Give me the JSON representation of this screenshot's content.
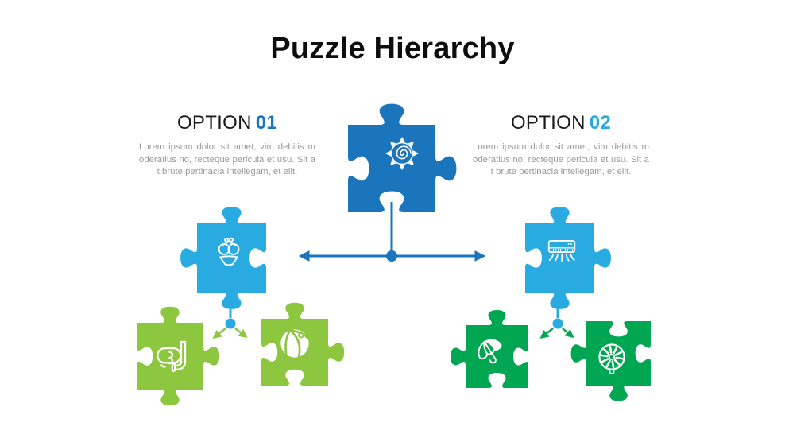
{
  "slide": {
    "title": "Puzzle Hierarchy",
    "background_color": "#ffffff"
  },
  "options": [
    {
      "label": "OPTION",
      "number": "01",
      "number_color": "#1b75bc",
      "description_lines": [
        "Lorem ipsum dolor sit amet, vim debitis m",
        "oderatius no, recteque pericula et usu. Sit a",
        "t brute pertinacia intellegam, et elit."
      ]
    },
    {
      "label": "OPTION",
      "number": "02",
      "number_color": "#29abe2",
      "description_lines": [
        "Lorem ipsum dolor sit amet, vim debitis m",
        "oderatius no, recteque pericula et usu. Sit a",
        "t brute pertinacia intellegam, et elit."
      ]
    }
  ],
  "diagram": {
    "pieces": [
      {
        "id": "root",
        "icon": "sun-icon",
        "color": "#1b75bc"
      },
      {
        "id": "branch-left",
        "icon": "bikini-icon",
        "color": "#29abe2"
      },
      {
        "id": "branch-right",
        "icon": "air-conditioner-icon",
        "color": "#29abe2"
      },
      {
        "id": "leaf-left-1",
        "icon": "snorkel-mask-icon",
        "color": "#8dc63f"
      },
      {
        "id": "leaf-left-2",
        "icon": "beach-ball-icon",
        "color": "#8dc63f"
      },
      {
        "id": "leaf-right-1",
        "icon": "umbrella-icon",
        "color": "#00a651"
      },
      {
        "id": "leaf-right-2",
        "icon": "fan-icon",
        "color": "#00a651"
      }
    ],
    "connectors": {
      "root_color": "#1b75bc",
      "branch_stub_color": "#29abe2",
      "left_arrows_color": "#8dc63f",
      "right_arrows_color": "#00a651"
    }
  }
}
